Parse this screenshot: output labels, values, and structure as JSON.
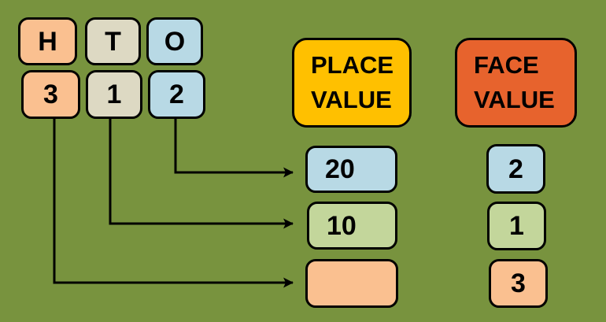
{
  "colors": {
    "background": "#78933E",
    "peach": "#FAC090",
    "tan": "#DDD9C3",
    "blue": "#B8D9E5",
    "green": "#C3D69B",
    "yellow": "#FFC000",
    "orange": "#E7632D",
    "line": "#000000"
  },
  "number_panel": {
    "columns": [
      {
        "label": "H",
        "color": "peach"
      },
      {
        "label": "T",
        "color": "tan"
      },
      {
        "label": "O",
        "color": "blue"
      }
    ],
    "digits": [
      {
        "value": "3",
        "color": "peach"
      },
      {
        "value": "1",
        "color": "tan"
      },
      {
        "value": "2",
        "color": "blue"
      }
    ]
  },
  "place_value": {
    "header": {
      "line1": "PLACE",
      "line2": "VALUE",
      "color": "yellow"
    },
    "items": [
      {
        "value": "20",
        "color": "blue"
      },
      {
        "value": "10",
        "color": "green"
      },
      {
        "value": "",
        "color": "peach"
      }
    ]
  },
  "face_value": {
    "header": {
      "line1": "FACE",
      "line2": "VALUE",
      "color": "orange"
    },
    "items": [
      {
        "value": "2",
        "color": "blue"
      },
      {
        "value": "1",
        "color": "green"
      },
      {
        "value": "3",
        "color": "peach"
      }
    ]
  },
  "arrows": [
    {
      "label": "ones digit 2 to place value 20"
    },
    {
      "label": "tens digit 1 to place value 10"
    },
    {
      "label": "hundreds digit 3 to blank place value"
    }
  ]
}
